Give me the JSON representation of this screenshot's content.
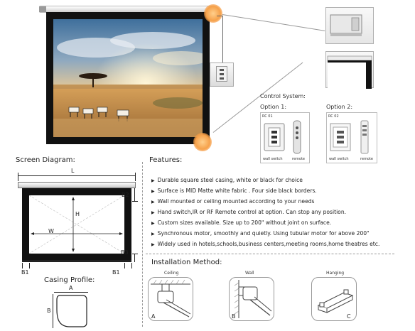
{
  "control_system": {
    "title": "Control System:",
    "option1": "Option 1:",
    "option2": "Option 2:",
    "rc01": {
      "code": "RC 01",
      "wall_switch": "wall switch",
      "remote": "remote"
    },
    "rc02": {
      "code": "RC 02",
      "wall_switch": "wall switch",
      "remote": "remote"
    }
  },
  "diagram": {
    "title": "Screen Diagram:",
    "L": "L",
    "H": "H",
    "W": "W",
    "B1": "B1",
    "B2": "B2",
    "B3": "B3"
  },
  "casing": {
    "title": "Casing Profile:",
    "A": "A",
    "B": "B"
  },
  "features": {
    "title": "Features:",
    "items": [
      "Durable square steel casing, white or black for choice",
      "Surface is MID Matte white fabric . Four side black borders.",
      "Wall mounted or ceiling mounted according to your needs",
      "Hand switch,IR or RF Remote control at option. Can stop any position.",
      "Custom sizes available. Size up to 200\" without joint on surface.",
      "Synchronous motor, smoothly and quietly.  Using tubular motor for above 200\"",
      "Widely used in hotels,schools,business centers,meeting rooms,home theatres etc."
    ]
  },
  "installation": {
    "title": "Installation Method:",
    "methods": [
      {
        "name": "Ceiling",
        "letter": "A"
      },
      {
        "name": "Wall",
        "letter": "B"
      },
      {
        "name": "Hanging",
        "letter": "C"
      }
    ]
  },
  "colors": {
    "accent": "#f6a14a",
    "border": "#111111"
  }
}
